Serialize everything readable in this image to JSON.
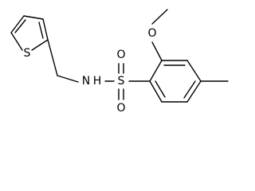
{
  "molecule": {
    "atoms": {
      "S_thiophene": "S",
      "S_sulfonyl": "S",
      "N": "N",
      "NH": "H",
      "O_top": "O",
      "O_bottom": "O",
      "O_methoxy": "O"
    }
  }
}
